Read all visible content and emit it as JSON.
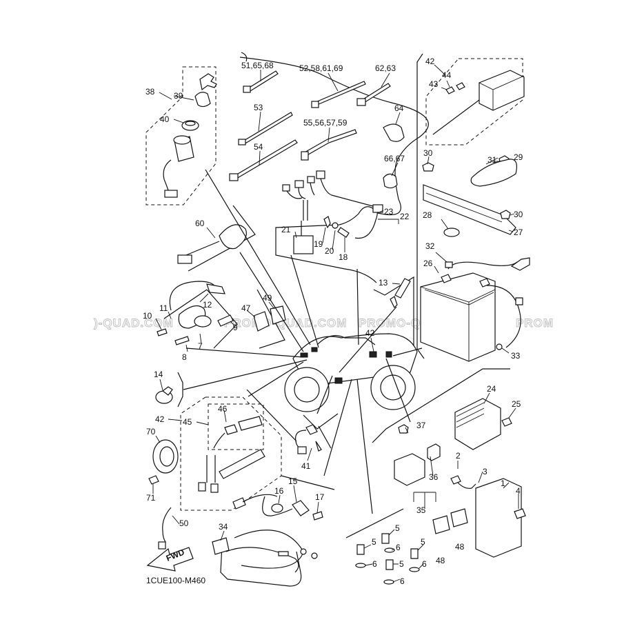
{
  "diagram": {
    "code": "1CUE100-M460",
    "watermark": "PROMO-QUAD.COM",
    "watermark_left": ")-QUAD.COM",
    "watermark_right": "PROM",
    "fwd": "FWD"
  },
  "labels": [
    {
      "id": "l38",
      "text": "38"
    },
    {
      "id": "l39",
      "text": "39"
    },
    {
      "id": "l40",
      "text": "40"
    },
    {
      "id": "l51",
      "text": "51,65,68"
    },
    {
      "id": "l52",
      "text": "52,58,61,69"
    },
    {
      "id": "l62",
      "text": "62,63"
    },
    {
      "id": "l53",
      "text": "53"
    },
    {
      "id": "l55",
      "text": "55,56,57,59"
    },
    {
      "id": "l64",
      "text": "64"
    },
    {
      "id": "l54",
      "text": "54"
    },
    {
      "id": "l66",
      "text": "66,67"
    },
    {
      "id": "l23",
      "text": "23"
    },
    {
      "id": "l22",
      "text": "22"
    },
    {
      "id": "l21",
      "text": "21"
    },
    {
      "id": "l19",
      "text": "19"
    },
    {
      "id": "l20",
      "text": "20"
    },
    {
      "id": "l18",
      "text": "18"
    },
    {
      "id": "l60",
      "text": "60"
    },
    {
      "id": "l42a",
      "text": "42"
    },
    {
      "id": "l44",
      "text": "44"
    },
    {
      "id": "l43",
      "text": "43"
    },
    {
      "id": "l30a",
      "text": "30"
    },
    {
      "id": "l31",
      "text": "31"
    },
    {
      "id": "l29",
      "text": "29"
    },
    {
      "id": "l28",
      "text": "28"
    },
    {
      "id": "l30b",
      "text": "30"
    },
    {
      "id": "l27",
      "text": "27"
    },
    {
      "id": "l32",
      "text": "32"
    },
    {
      "id": "l26",
      "text": "26"
    },
    {
      "id": "l13",
      "text": "13"
    },
    {
      "id": "l33",
      "text": "33"
    },
    {
      "id": "l12",
      "text": "12"
    },
    {
      "id": "l11",
      "text": "11"
    },
    {
      "id": "l10",
      "text": "10"
    },
    {
      "id": "l9",
      "text": "9"
    },
    {
      "id": "l7",
      "text": "7"
    },
    {
      "id": "l8",
      "text": "8"
    },
    {
      "id": "l47",
      "text": "47"
    },
    {
      "id": "l49",
      "text": "49"
    },
    {
      "id": "l42b",
      "text": "42"
    },
    {
      "id": "l14",
      "text": "14"
    },
    {
      "id": "l24",
      "text": "24"
    },
    {
      "id": "l25",
      "text": "25"
    },
    {
      "id": "l42c",
      "text": "42"
    },
    {
      "id": "l45",
      "text": "45"
    },
    {
      "id": "l46",
      "text": "46"
    },
    {
      "id": "l70",
      "text": "70"
    },
    {
      "id": "l71",
      "text": "71"
    },
    {
      "id": "l37",
      "text": "37"
    },
    {
      "id": "l2",
      "text": "2"
    },
    {
      "id": "l3",
      "text": "3"
    },
    {
      "id": "l36",
      "text": "36"
    },
    {
      "id": "l1",
      "text": "1"
    },
    {
      "id": "l4",
      "text": "4"
    },
    {
      "id": "l35",
      "text": "35"
    },
    {
      "id": "l41",
      "text": "41"
    },
    {
      "id": "l15",
      "text": "15"
    },
    {
      "id": "l16",
      "text": "16"
    },
    {
      "id": "l17",
      "text": "17"
    },
    {
      "id": "l50",
      "text": "50"
    },
    {
      "id": "l34",
      "text": "34"
    },
    {
      "id": "l5a",
      "text": "5"
    },
    {
      "id": "l5b",
      "text": "5"
    },
    {
      "id": "l6a",
      "text": "6"
    },
    {
      "id": "l5c",
      "text": "5"
    },
    {
      "id": "l6b",
      "text": "6"
    },
    {
      "id": "l6c",
      "text": "6"
    },
    {
      "id": "l5d",
      "text": "5"
    },
    {
      "id": "l6d",
      "text": "6"
    },
    {
      "id": "l48a",
      "text": "48"
    },
    {
      "id": "l48b",
      "text": "48"
    }
  ]
}
